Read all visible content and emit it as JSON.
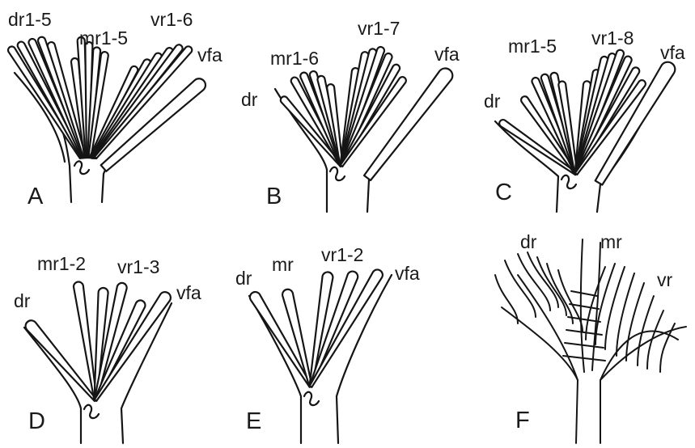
{
  "panels": [
    {
      "id": "A",
      "panel_label": "A",
      "labels": {
        "dr": "dr1-5",
        "mr": "mr1-5",
        "vr": "vr1-6",
        "vfa": "vfa"
      }
    },
    {
      "id": "B",
      "panel_label": "B",
      "labels": {
        "dr": "dr",
        "mr": "mr1-6",
        "vr": "vr1-7",
        "vfa": "vfa"
      }
    },
    {
      "id": "C",
      "panel_label": "C",
      "labels": {
        "dr": "dr",
        "mr": "mr1-5",
        "vr": "vr1-8",
        "vfa": "vfa"
      }
    },
    {
      "id": "D",
      "panel_label": "D",
      "labels": {
        "dr": "dr",
        "mr": "mr1-2",
        "vr": "vr1-3",
        "vfa": "vfa"
      }
    },
    {
      "id": "E",
      "panel_label": "E",
      "labels": {
        "dr": "dr",
        "mr": "mr",
        "vr": "vr1-2",
        "vfa": "vfa"
      }
    },
    {
      "id": "F",
      "panel_label": "F",
      "labels": {
        "dr": "dr",
        "mr": "mr",
        "vr": "vr"
      }
    }
  ],
  "colors": {
    "ink": "#151515",
    "background": "#ffffff"
  }
}
